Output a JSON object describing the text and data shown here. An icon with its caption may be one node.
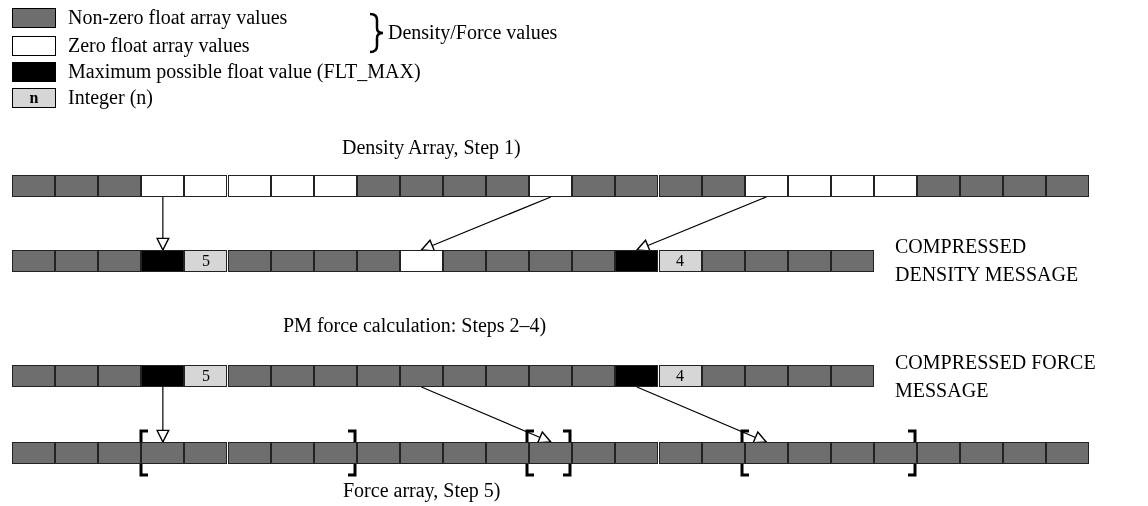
{
  "diagram": {
    "nodes": [
      {
        "text": [],
        "shape": "box"
      },
      {
        "text": [],
        "shape": "box"
      },
      {
        "text": [],
        "shape": "box"
      },
      {
        "text": [],
        "shape": "box"
      },
      {
        "text": [],
        "shape": "box"
      },
      {
        "text": [],
        "shape": "box"
      },
      {
        "text": [],
        "shape": "box"
      },
      {
        "text": [],
        "shape": "box"
      },
      {
        "text": [],
        "shape": "box"
      },
      {
        "text": [],
        "shape": "box"
      },
      {
        "text": [],
        "shape": "box"
      },
      {
        "text": [],
        "shape": "box"
      },
      {
        "text": [],
        "shape": "box"
      },
      {
        "text": [],
        "shape": "box"
      },
      {
        "text": [],
        "shape": "box"
      },
      {
        "text": [],
        "shape": "box"
      },
      {
        "text": [],
        "shape": "box"
      },
      {
        "text": [],
        "shape": "box"
      },
      {
        "text": [],
        "shape": "box"
      },
      {
        "text": [],
        "shape": "box"
      },
      {
        "text": [],
        "shape": "box"
      },
      {
        "text": [],
        "shape": "box"
      },
      {
        "text": [],
        "shape": "box"
      },
      {
        "text": [],
        "shape": "box"
      },
      {
        "text": [],
        "shape": "box"
      },
      {
        "text": [],
        "shape": "box"
      },
      {
        "text": [],
        "shape": "box"
      },
      {
        "text": [],
        "shape": "box"
      },
      {
        "text": [],
        "shape": "box"
      },
      {
        "text": [
          "5"
        ]
      },
      {
        "text": [],
        "shape": "box"
      },
      {
        "text": [],
        "shape": "box"
      },
      {
        "text": [],
        "shape": "box"
      },
      {
        "text": [],
        "shape": "box"
      },
      {
        "text": [],
        "shape": "box"
      },
      {
        "text": [],
        "shape": "box"
      },
      {
        "text": [],
        "shape": "box"
      },
      {
        "text": [],
        "shape": "box"
      },
      {
        "text": [],
        "shape": "box"
      },
      {
        "text": [],
        "shape": "box"
      },
      {
        "text": [
          "4"
        ]
      },
      {
        "text": [],
        "shape": "box"
      },
      {
        "text": [],
        "shape": "box"
      },
      {
        "text": [],
        "shape": "box"
      },
      {
        "text": [],
        "shape": "box"
      },
      {
        "text": [],
        "shape": "box"
      },
      {
        "text": [],
        "shape": "box"
      },
      {
        "text": [],
        "shape": "box"
      },
      {
        "text": [],
        "shape": "box"
      },
      {
        "text": [
          "5"
        ]
      },
      {
        "text": [],
        "shape": "box"
      },
      {
        "text": [],
        "shape": "box"
      },
      {
        "text": [],
        "shape": "box"
      },
      {
        "text": [],
        "shape": "box"
      },
      {
        "text": [],
        "shape": "box"
      },
      {
        "text": [],
        "shape": "box"
      },
      {
        "text": [],
        "shape": "box"
      },
      {
        "text": [],
        "shape": "box"
      },
      {
        "text": [],
        "shape": "box"
      },
      {
        "text": [],
        "shape": "box"
      },
      {
        "text": [
          "4"
        ]
      },
      {
        "text": [],
        "shape": "box"
      },
      {
        "text": [],
        "shape": "box"
      },
      {
        "text": [],
        "shape": "box"
      },
      {
        "text": [],
        "shape": "box"
      },
      {
        "text": [],
        "shape": "box"
      },
      {
        "text": [],
        "shape": "box"
      },
      {
        "text": [],
        "shape": "box"
      },
      {
        "text": [],
        "shape": "box"
      },
      {
        "text": [],
        "shape": "box"
      },
      {
        "text": [],
        "shape": "box"
      },
      {
        "text": [],
        "shape": "box"
      },
      {
        "text": [],
        "shape": "box"
      },
      {
        "text": [],
        "shape": "box"
      },
      {
        "text": [],
        "shape": "box"
      },
      {
        "text": [],
        "shape": "box"
      },
      {
        "text": [],
        "shape": "box"
      },
      {
        "text": [],
        "shape": "box"
      },
      {
        "text": [],
        "shape": "box"
      },
      {
        "text": [],
        "shape": "box"
      },
      {
        "text": [],
        "shape": "box"
      },
      {
        "text": [],
        "shape": "box"
      },
      {
        "text": [],
        "shape": "box"
      },
      {
        "text": [],
        "shape": "box"
      },
      {
        "text": [],
        "shape": "box"
      },
      {
        "text": [],
        "shape": "box"
      },
      {
        "text": [],
        "shape": "box"
      },
      {
        "text": [],
        "shape": "box"
      },
      {
        "text": [],
        "shape": "box"
      },
      {
        "text": [],
        "shape": "box"
      }
    ],
    "edges": [
      {
        "from": 3,
        "to": 28,
        "arrow": "to"
      },
      {
        "from": 12,
        "to": 34,
        "arrow": "to"
      },
      {
        "from": 17,
        "to": 39,
        "arrow": "to"
      },
      {
        "from": 48,
        "to": 68,
        "arrow": "to"
      },
      {
        "from": 54,
        "to": 77,
        "arrow": "to"
      },
      {
        "from": 59,
        "to": 82,
        "arrow": "to"
      }
    ],
    "labels": [
      "Density/Force values",
      "n",
      "Density Array, Step 1)",
      "COMPRESSED DENSITY MESSAGE",
      "PM force calculation: Steps 2–4)",
      "COMPRESSED FORCE MESSAGE",
      "Force array, Step 5)"
    ],
    "legend": [
      {
        "text": "Non-zero float array values",
        "color": "#6e6e6e"
      },
      {
        "text": "Zero float array values",
        "color": "#ffffff"
      },
      {
        "text": "Maximum possible float value (FLT_MAX)",
        "color": "#000000"
      },
      {
        "text": "Integer (n)",
        "color": "#d6d6d6"
      }
    ]
  }
}
